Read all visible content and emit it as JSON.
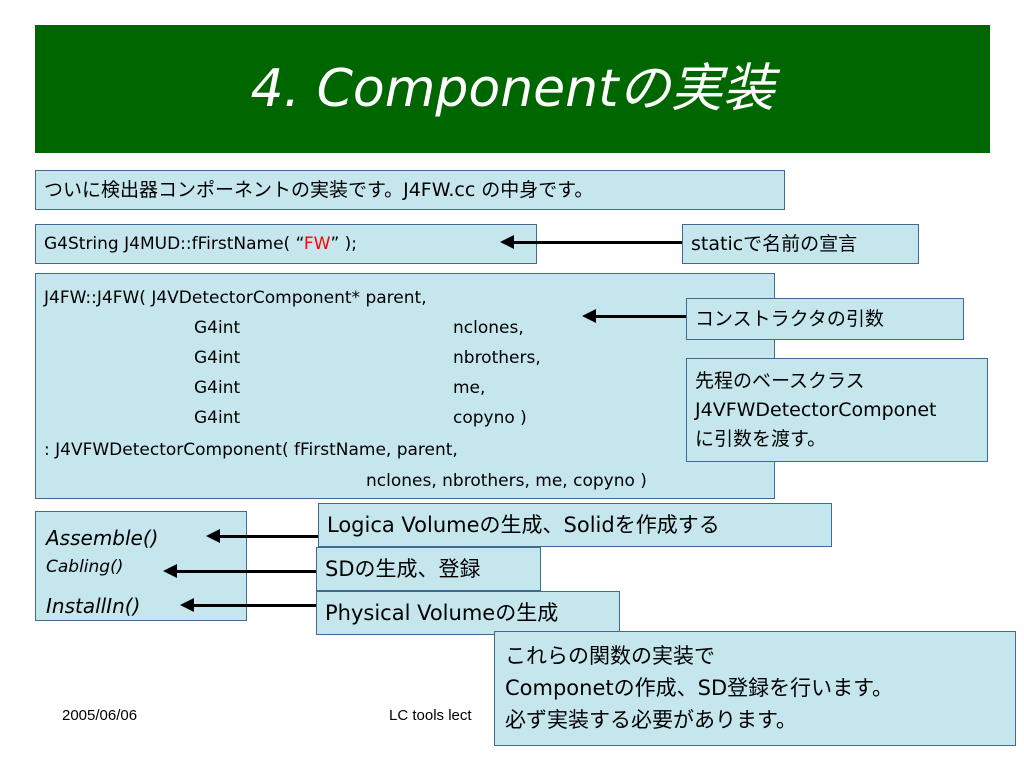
{
  "title": "4. Componentの実装",
  "intro": "ついに検出器コンポーネントの実装です。J4FW.cc の中身です。",
  "decl": {
    "prefix": "G4String J4MUD::fFirstName( “",
    "highlight": "FW",
    "suffix": "” );"
  },
  "decl_note": "staticで名前の宣言",
  "ctor_lines": [
    "J4FW::J4FW( J4VDetectorComponent* parent,",
    "G4int",
    "nclones,",
    "G4int",
    "nbrothers,",
    "G4int",
    "me,",
    "G4int",
    "copyno )",
    ": J4VFWDetectorComponent( fFirstName, parent,",
    "nclones, nbrothers, me, copyno )"
  ],
  "ctor_note": "コンストラクタの引数",
  "base_note": [
    "先程のベースクラス",
    "J4VFWDetectorComponet",
    "に引数を渡す。"
  ],
  "methods": [
    "Assemble()",
    "Cabling()",
    "InstallIn()"
  ],
  "method_notes": [
    "Logica Volumeの生成、Solidを作成する",
    "SDの生成、登録",
    "Physical Volumeの生成"
  ],
  "summary": [
    "これらの関数の実装で",
    "Componetの作成、SD登録を行います。",
    "必ず実装する必要があります。"
  ],
  "footer": {
    "date": "2005/06/06",
    "center": "LC tools lect"
  }
}
